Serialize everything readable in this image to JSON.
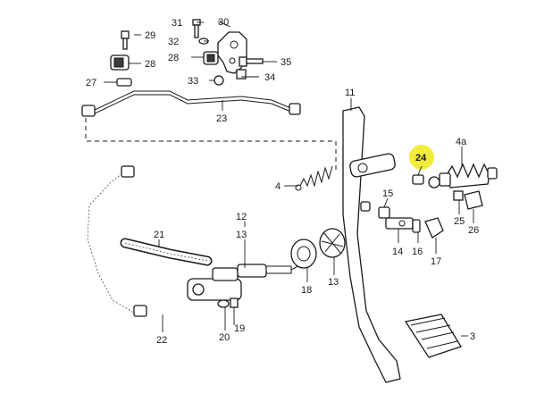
{
  "highlight_color": "#f2ec3c",
  "labels": {
    "p3": "3",
    "p4": "4",
    "p4a": "4a",
    "p11": "11",
    "p12": "12",
    "p13a": "13",
    "p13b": "13",
    "p14": "14",
    "p15": "15",
    "p16": "16",
    "p17": "17",
    "p18": "18",
    "p19": "19",
    "p20": "20",
    "p21": "21",
    "p22": "22",
    "p23": "23",
    "p24": "24",
    "p25": "25",
    "p26": "26",
    "p27": "27",
    "p28a": "28",
    "p28b": "28",
    "p29": "29",
    "p30": "30",
    "p31": "31",
    "p32": "32",
    "p33": "33",
    "p34": "34",
    "p35": "35"
  }
}
